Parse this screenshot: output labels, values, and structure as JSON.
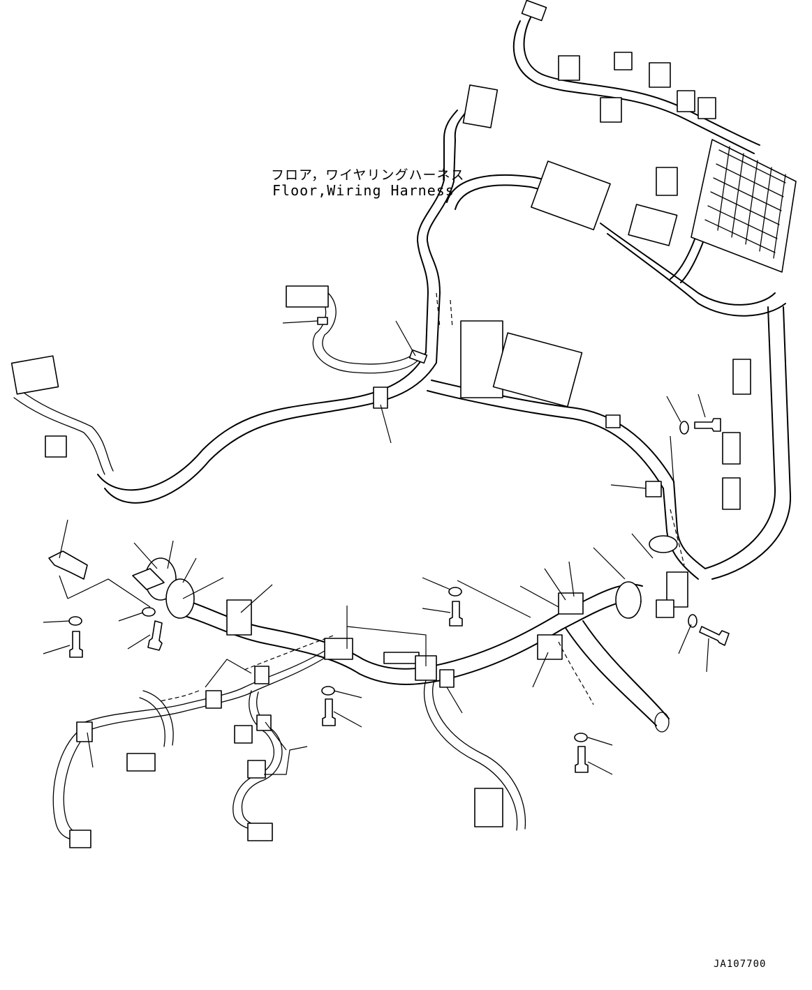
{
  "diagram": {
    "caption_jp": "フロア，ワイヤリングハーネス",
    "caption_en": "Floor,Wiring Harness",
    "drawing_number": "JA107700"
  }
}
